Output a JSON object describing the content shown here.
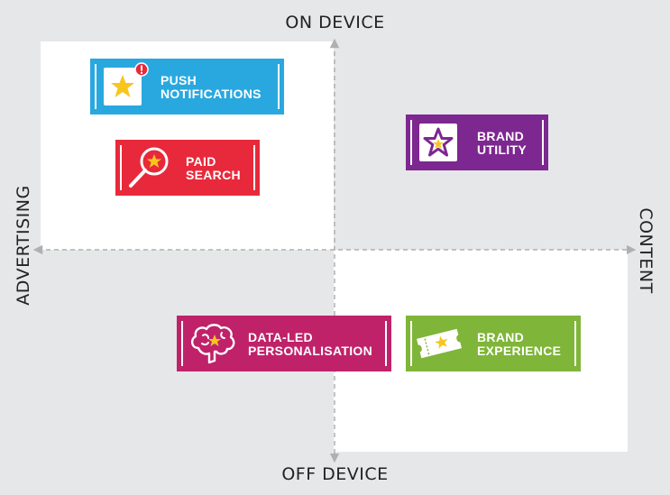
{
  "axes": {
    "top": "ON DEVICE",
    "bottom": "OFF DEVICE",
    "left": "ADVERTISING",
    "right": "CONTENT"
  },
  "cards": {
    "push": {
      "line1": "PUSH",
      "line2": "NOTIFICATIONS",
      "color": "#29a8df",
      "icon": "star-badge-icon"
    },
    "paid": {
      "line1": "PAID",
      "line2": "SEARCH",
      "color": "#e8293b",
      "icon": "magnifier-star-icon"
    },
    "utility": {
      "line1": "BRAND",
      "line2": "UTILITY",
      "color": "#7d2790",
      "icon": "star-outline-icon"
    },
    "data": {
      "line1": "DATA-LED",
      "line2": "PERSONALISATION",
      "color": "#c0226a",
      "icon": "brain-star-icon"
    },
    "experience": {
      "line1": "BRAND",
      "line2": "EXPERIENCE",
      "color": "#7fb538",
      "icon": "ticket-star-icon"
    }
  },
  "colors": {
    "background": "#e6e7e8",
    "quadrant": "#ffffff",
    "axis": "#b0b0b0",
    "star": "#f7c51e"
  }
}
